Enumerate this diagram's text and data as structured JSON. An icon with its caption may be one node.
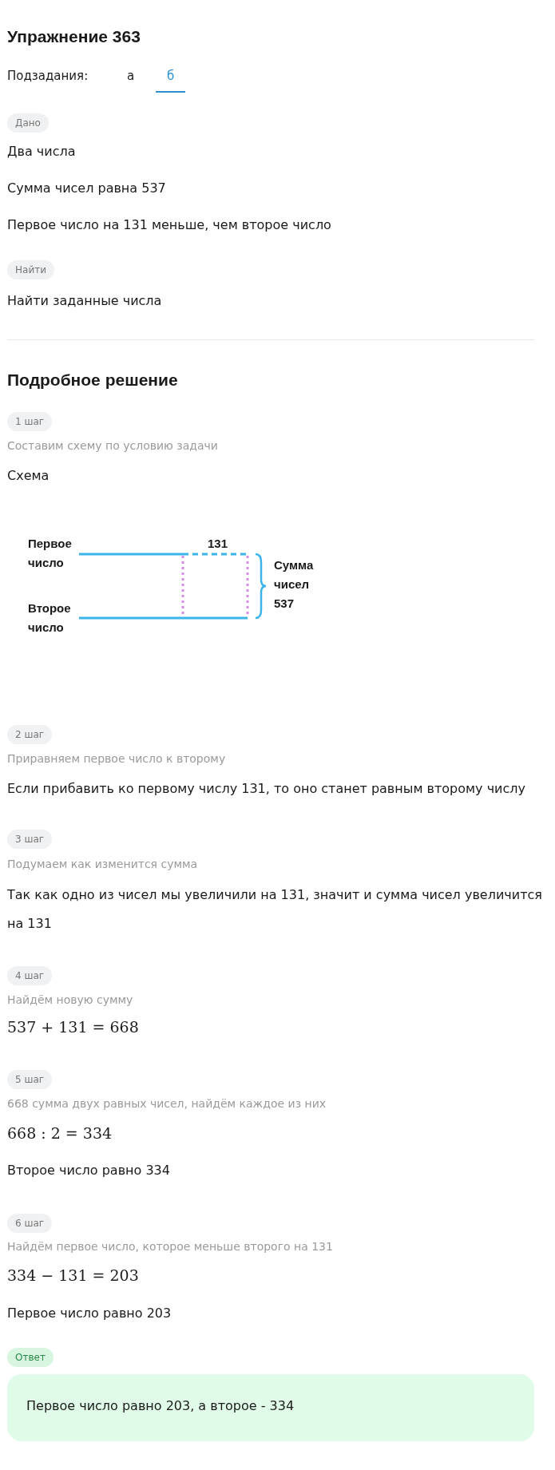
{
  "diagram": {
    "title": "Упражнение 363",
    "nodes": [
      {
        "text": [
          "Дано"
        ]
      },
      {
        "text": [
          "Найти"
        ]
      },
      {
        "text": [
          "1 шаг"
        ]
      },
      {
        "text": [
          "2 шаг"
        ]
      },
      {
        "text": [
          "3 шаг"
        ]
      },
      {
        "text": [
          "4 шаг"
        ]
      },
      {
        "text": [
          "5 шаг"
        ]
      },
      {
        "text": [
          "6 шаг"
        ]
      },
      {
        "text": [
          "Ответ"
        ]
      },
      {
        "text": [
          "Первое число равно 203, а второе - 334"
        ]
      }
    ],
    "labels": [
      "Подзадания:",
      "а",
      "б",
      "Два числа",
      "Сумма чисел равна 537",
      "Первое число на 131 меньше, чем второе число",
      "Найти заданные числа",
      "Подробное решение",
      "Составим схему по условию задачи",
      "Схема",
      "Первое число",
      "131",
      "Сумма чисел 537",
      "Второе число",
      "Приравняем первое число к второму",
      "Если прибавить ко первому числу 131, то оно станет равным второму числу",
      "Подумаем как изменится сумма",
      "Так как одно из чисел мы увеличили на 131, значит и сумма чисел увеличится на 131",
      "Найдём новую сумму",
      "537 + 131 = 668",
      "668 сумма двух равных чисел, найдём каждое из них",
      "668 : 2 = 334",
      "Второе число равно 334",
      "Найдём первое число, которое меньше второго на 131",
      "334 − 131 = 203",
      "Первое число равно 203"
    ]
  }
}
